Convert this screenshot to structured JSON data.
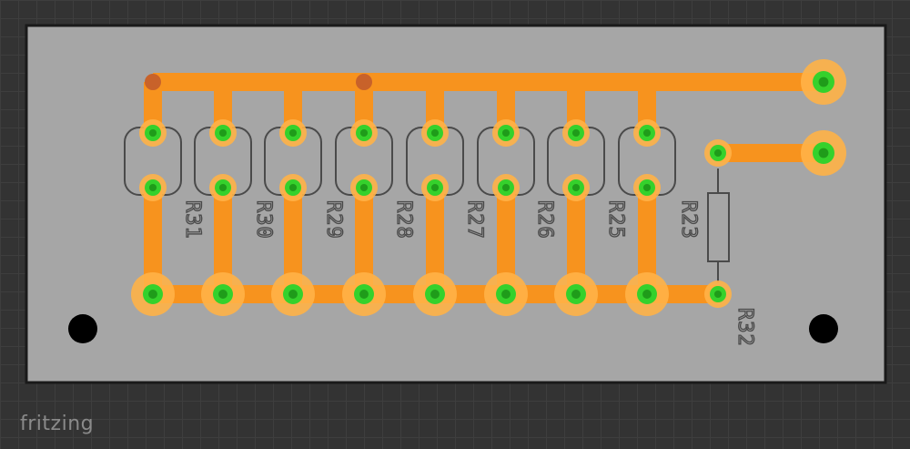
{
  "app": {
    "brand": "fritzing"
  },
  "colors": {
    "background": "#333333",
    "board_fill": "#a6a6a6",
    "board_edge": "#1a1a1a",
    "trace": "#f7931e",
    "pad_ring": "#ffb347",
    "pad_center": "#35d12c",
    "via": "#c8622a",
    "silkscreen": "#4a4a4a",
    "mounting_hole": "#000000"
  },
  "components": [
    {
      "label": "R31",
      "type": "resistor-footprint"
    },
    {
      "label": "R30",
      "type": "resistor-footprint"
    },
    {
      "label": "R29",
      "type": "resistor-footprint"
    },
    {
      "label": "R28",
      "type": "resistor-footprint"
    },
    {
      "label": "R27",
      "type": "resistor-footprint"
    },
    {
      "label": "R26",
      "type": "resistor-footprint"
    },
    {
      "label": "R25",
      "type": "resistor-footprint"
    },
    {
      "label": "R23",
      "type": "resistor-footprint"
    },
    {
      "label": "R32",
      "type": "resistor"
    }
  ],
  "board": {
    "mounting_holes": 2,
    "connector_pads": 2
  }
}
